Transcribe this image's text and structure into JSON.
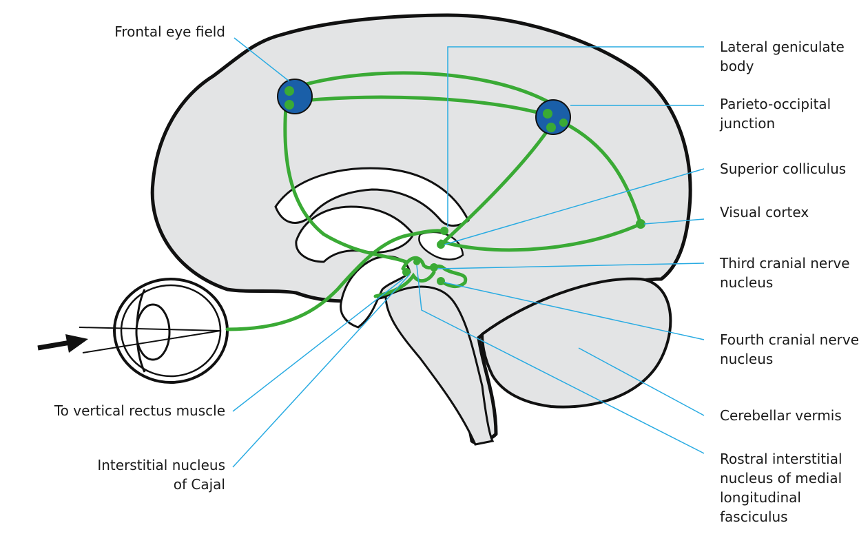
{
  "labels": {
    "frontal_eye_field": "Frontal eye field",
    "lateral_geniculate": [
      "Lateral geniculate",
      "body"
    ],
    "parieto_occipital": [
      "Parieto-occipital",
      "junction"
    ],
    "superior_colliculus": "Superior colliculus",
    "visual_cortex": "Visual cortex",
    "third_nerve": [
      "Third cranial nerve",
      "nucleus"
    ],
    "fourth_nerve": [
      "Fourth cranial nerve",
      "nucleus"
    ],
    "cerebellar_vermis": "Cerebellar vermis",
    "rostral_interstitial": [
      "Rostral interstitial",
      "nucleus of medial",
      "longitudinal",
      "fasciculus"
    ],
    "vertical_rectus": "To vertical rectus muscle",
    "interstitial_cajal": [
      "Interstitial nucleus",
      "of Cajal"
    ]
  },
  "colors": {
    "pathway": "#3aaa35",
    "node": "#1a5fa8",
    "leader": "#29abe2",
    "tissue": "#e3e4e5",
    "outline": "#111111"
  }
}
